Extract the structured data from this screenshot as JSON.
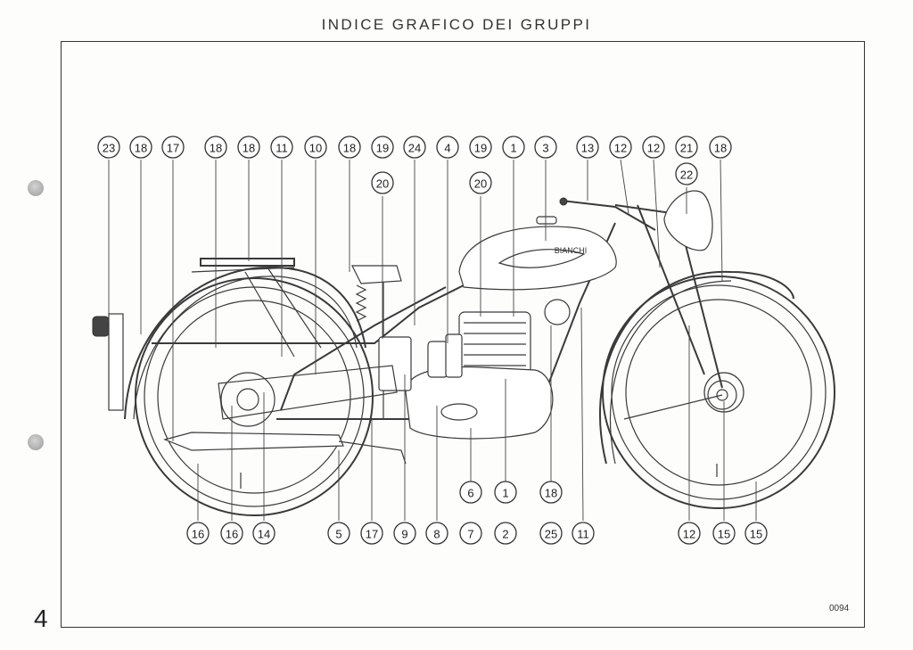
{
  "page": {
    "title": "INDICE GRAFICO DEI GRUPPI",
    "page_number": "4",
    "plate_code": "0094"
  },
  "tank_brand": "BIANCHI",
  "callouts_top": [
    "23",
    "18",
    "17",
    "18",
    "18",
    "11",
    "10",
    "18",
    "19",
    "20",
    "24",
    "4",
    "19",
    "20",
    "1",
    "3",
    "13",
    "12",
    "12",
    "21",
    "22",
    "18"
  ],
  "callouts_bottom": [
    "16",
    "16",
    "14",
    "5",
    "17",
    "9",
    "8",
    "6",
    "7",
    "1",
    "2",
    "18",
    "25",
    "11",
    "12",
    "15",
    "15"
  ]
}
